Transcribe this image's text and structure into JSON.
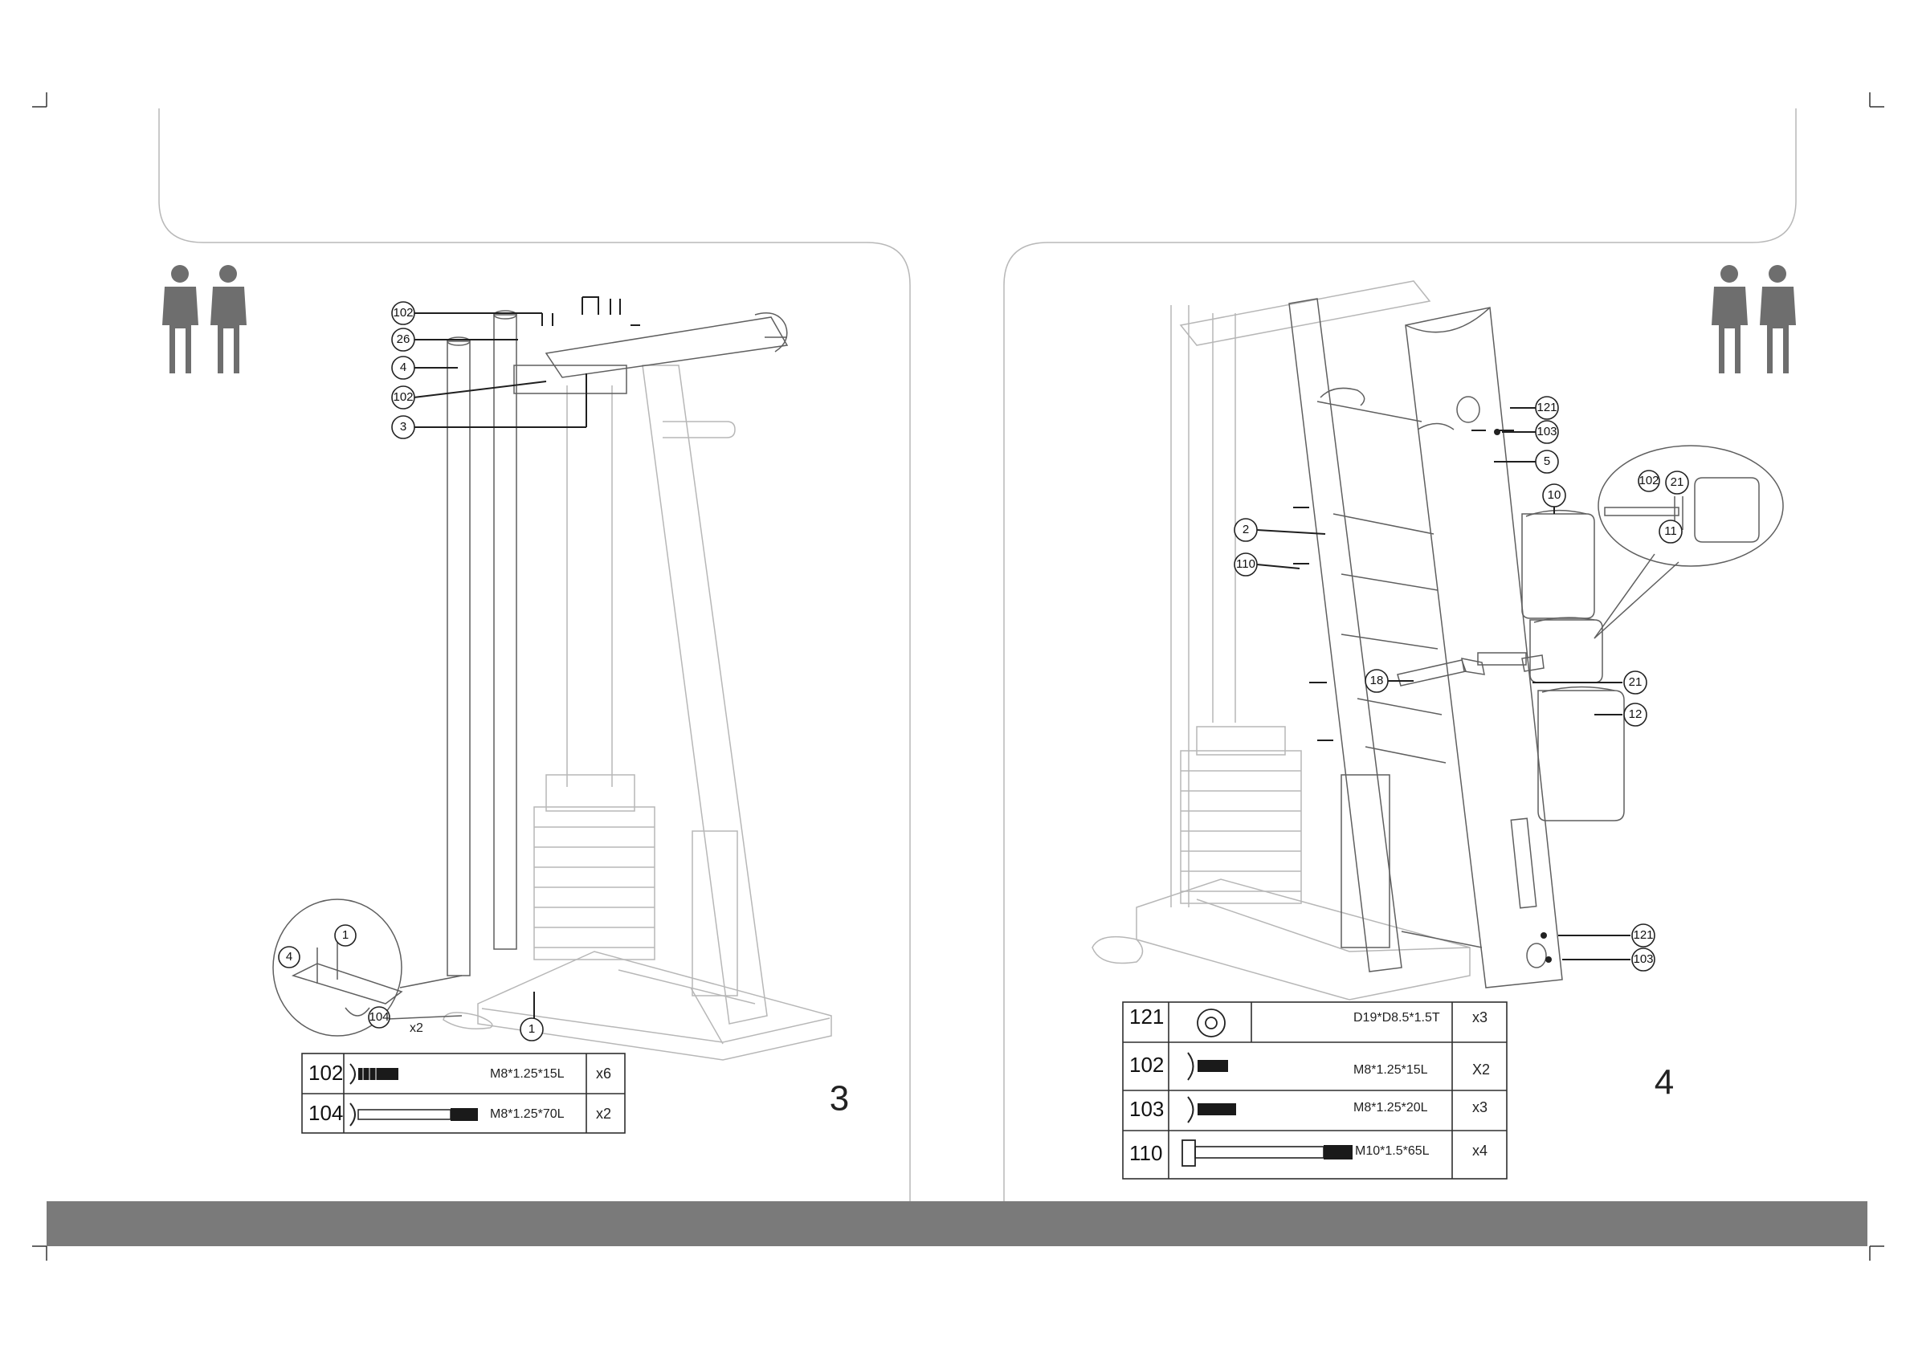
{
  "document": {
    "theme_colors": {
      "bottom_bar": "#7a7a7a",
      "outline": "#b8b8b8",
      "drawing": "#5f5f5f",
      "person": "#6e6e6e"
    }
  },
  "left_step": {
    "number": "3",
    "callouts": [
      "102",
      "26",
      "4",
      "102",
      "3",
      "1",
      "4",
      "1",
      "104"
    ],
    "detail_multiplier": "x2",
    "hardware_table": [
      {
        "id": "102",
        "spec": "M8*1.25*15L",
        "qty": "x6",
        "icon": "short-bolt-icon"
      },
      {
        "id": "104",
        "spec": "M8*1.25*70L",
        "qty": "x2",
        "icon": "long-bolt-icon"
      }
    ]
  },
  "right_step": {
    "number": "4",
    "callouts": [
      "121",
      "103",
      "5",
      "10",
      "102",
      "21",
      "11",
      "2",
      "110",
      "18",
      "21",
      "12",
      "121",
      "103"
    ],
    "hardware_table": [
      {
        "id": "121",
        "spec": "D19*D8.5*1.5T",
        "qty": "x3",
        "icon": "washer-icon"
      },
      {
        "id": "102",
        "spec": "M8*1.25*15L",
        "qty": "X2",
        "icon": "short-bolt-icon"
      },
      {
        "id": "103",
        "spec": "M8*1.25*20L",
        "qty": "x3",
        "icon": "medium-bolt-icon"
      },
      {
        "id": "110",
        "spec": "M10*1.5*65L",
        "qty": "x4",
        "icon": "hex-bolt-icon"
      }
    ]
  }
}
